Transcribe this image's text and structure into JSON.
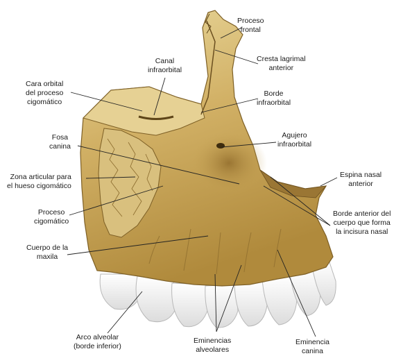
{
  "labels": {
    "proceso_frontal": [
      "Proceso",
      "frontal"
    ],
    "cresta_lagrimal": [
      "Cresta lagrimal",
      "anterior"
    ],
    "canal_infraorbital": [
      "Canal",
      "infraorbital"
    ],
    "cara_orbital": [
      "Cara orbital",
      "del proceso",
      "cigomático"
    ],
    "borde_infraorbital": [
      "Borde",
      "infraorbital"
    ],
    "fosa_canina": [
      "Fosa",
      "canina"
    ],
    "agujero_infraorbital": [
      "Agujero",
      "infraorbital"
    ],
    "zona_articular": [
      "Zona articular para",
      "el hueso cigomático"
    ],
    "espina_nasal": [
      "Espina nasal",
      "anterior"
    ],
    "proceso_cigomatico": [
      "Proceso",
      "cigomático"
    ],
    "borde_anterior": [
      "Borde anterior del",
      "cuerpo que forma",
      "la incisura nasal"
    ],
    "cuerpo_maxila": [
      "Cuerpo de la",
      "maxila"
    ],
    "arco_alveolar": [
      "Arco alveolar",
      "(borde  inferior)"
    ],
    "eminencias_alveolares": [
      "Eminencias",
      "alveolares"
    ],
    "eminencia_canina": [
      "Eminencia",
      "canina"
    ]
  },
  "colors": {
    "bone_light": "#e8d596",
    "bone_mid": "#c9a657",
    "bone_dark": "#8a6a2c",
    "bone_shadow": "#5e4519",
    "tooth": "#f4f4f4",
    "leader": "#222222"
  }
}
